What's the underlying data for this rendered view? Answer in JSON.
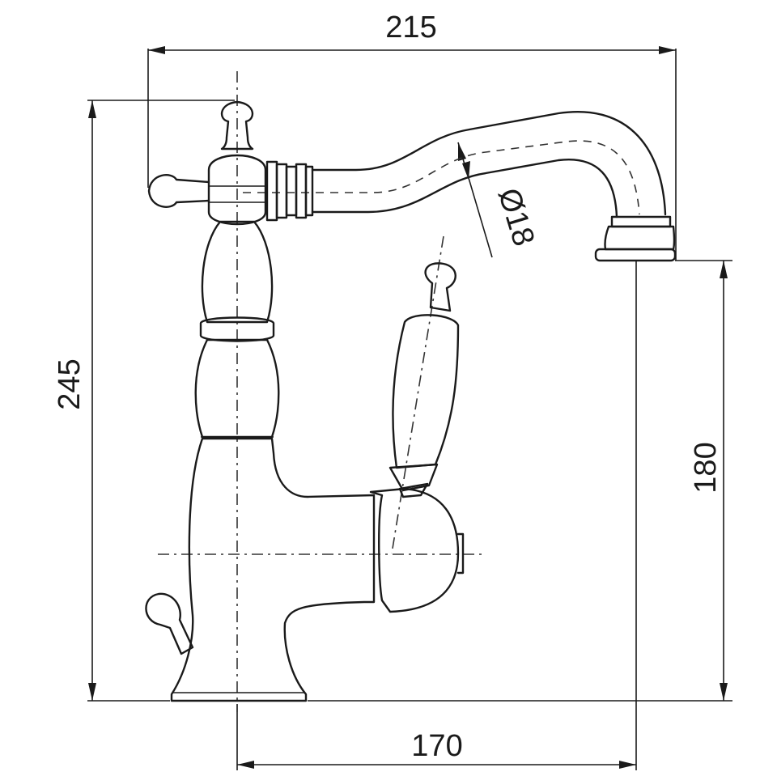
{
  "dimensions": {
    "overall_width": "215",
    "overall_height": "245",
    "spout_height": "180",
    "spout_reach": "170",
    "pipe_diameter": "Ø18"
  }
}
